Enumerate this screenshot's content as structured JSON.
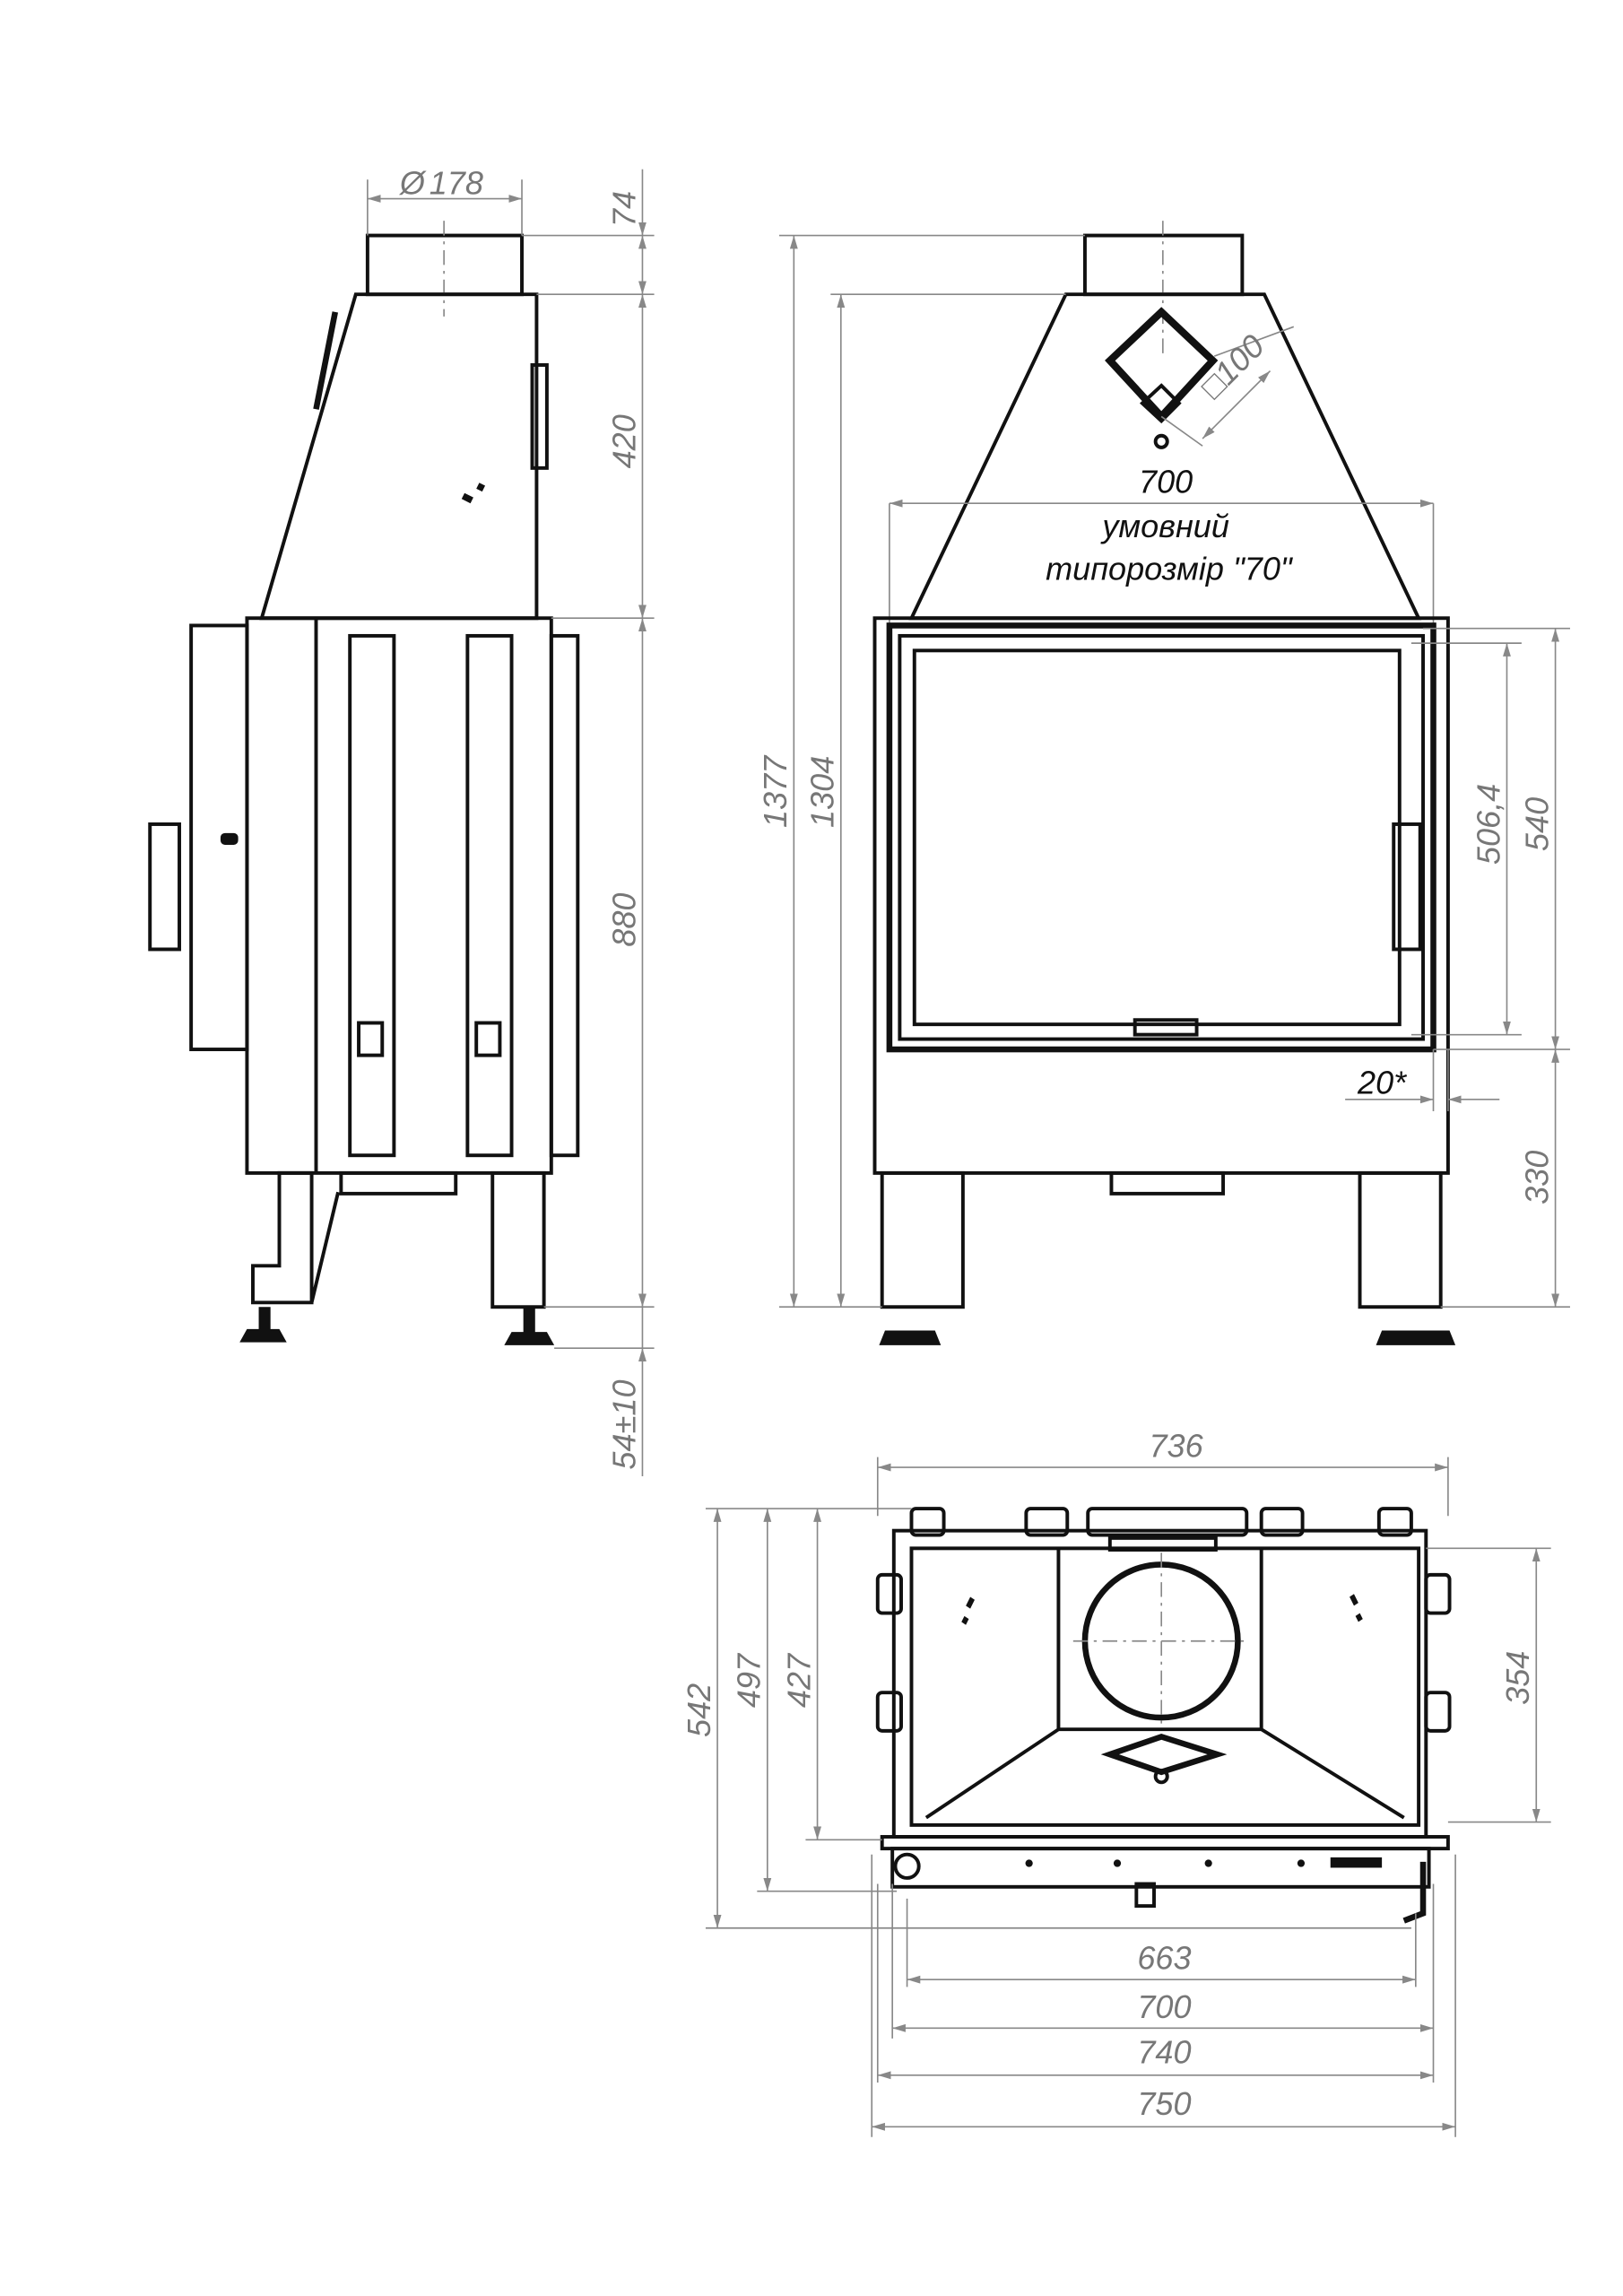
{
  "drawing": {
    "side_view": {
      "flue_diameter": "178",
      "flue_symbol": "Ø",
      "dims": {
        "flue_height": "74",
        "hood_height": "420",
        "body_height": "880",
        "foot_adjust": "54±10"
      }
    },
    "front_view": {
      "overall_height": "1377",
      "height_to_hood": "1304",
      "outlet_square": "□100",
      "width_label": "700",
      "size_caption_line1": "умовний",
      "size_caption_line2": "типорозмір \"70\"",
      "glass_height": "506,4",
      "door_height": "540",
      "base_height": "330",
      "door_offset": "20*"
    },
    "plan_view": {
      "top_width": "736",
      "depths": {
        "d542": "542",
        "d497": "497",
        "d427": "427",
        "d354": "354"
      },
      "widths": {
        "w663": "663",
        "w700": "700",
        "w740": "740",
        "w750": "750"
      }
    }
  }
}
